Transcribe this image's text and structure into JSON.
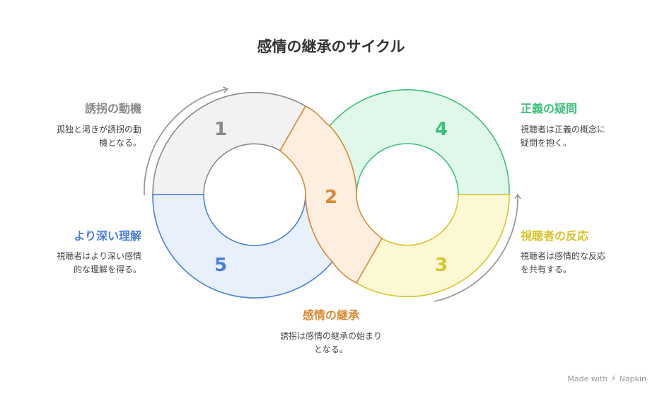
{
  "title": "感情の継承のサイクル",
  "stages": [
    {
      "number": "1",
      "heading": "誘拐の動機",
      "text": [
        "孤独と渇きが誘拐の動",
        "機となる。"
      ],
      "color": "#8a8a8a",
      "fill": "#f2f2f2",
      "stroke": "#8a8a8a"
    },
    {
      "number": "2",
      "heading": "感情の継承",
      "text": [
        "誘拐は感情の継承の始まり",
        "となる。"
      ],
      "color": "#d98a35",
      "fill": "#fdeee0",
      "stroke": "#d98a35"
    },
    {
      "number": "3",
      "heading": "視聴者の反応",
      "text": [
        "視聴者は感情的な反応",
        "を共有する。"
      ],
      "color": "#d8c52a",
      "fill": "#fcf8d4",
      "stroke": "#d8c52a"
    },
    {
      "number": "4",
      "heading": "正義の疑問",
      "text": [
        "視聴者は正義の概念に",
        "疑問を抱く。"
      ],
      "color": "#3fbf7c",
      "fill": "#e0f8ea",
      "stroke": "#3fbf7c"
    },
    {
      "number": "5",
      "heading": "より深い理解",
      "text": [
        "視聴者はより深い感情",
        "的な理解を得る。"
      ],
      "color": "#4a7fd6",
      "fill": "#e8f0fc",
      "stroke": "#4a7fd6"
    }
  ],
  "footer": {
    "made_with": "Made with",
    "brand": "Napkin",
    "icon": "napkin-logo-icon"
  }
}
